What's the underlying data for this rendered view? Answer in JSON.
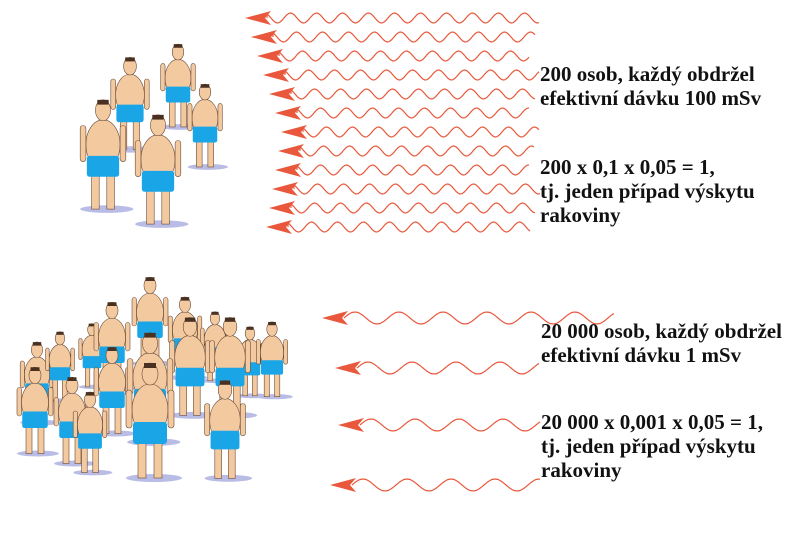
{
  "colors": {
    "wave": "#e9583c",
    "skin": "#f3c9a0",
    "shorts": "#1aa6e6",
    "shadow": "#b9bde6"
  },
  "scenario_high": {
    "people_count_label": "200 osob, každý obdržel",
    "dose_label": "efektivní dávku 100 mSv",
    "formula": "200 x 0,1 x 0,05 = 1,",
    "result_line1": "tj. jeden případ výskytu",
    "result_line2": "rakoviny",
    "radiation_arrow_count": 12
  },
  "scenario_low": {
    "people_count_label": "20 000 osob, každý obdržel",
    "dose_label": "efektivní dávku 1 mSv",
    "formula": "20 000 x 0,001 x 0,05 = 1,",
    "result_line1": "tj. jeden případ výskytu",
    "result_line2": "rakoviny",
    "radiation_arrow_count": 4
  }
}
